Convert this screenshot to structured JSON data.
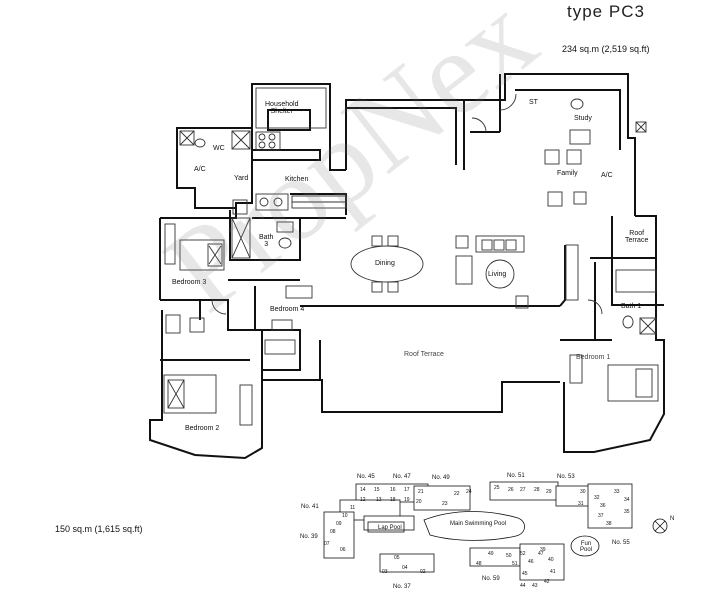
{
  "header": {
    "unit_type": "type PC3",
    "area_main": "234 sq.m (2,519 sq.ft)",
    "area_secondary": "150 sq.m (1,615 sq.ft)"
  },
  "rooms": {
    "household_shelter": "Household\nShelter",
    "wc": "WC",
    "ac_left": "A/C",
    "yard": "Yard",
    "kitchen": "Kitchen",
    "bath3": "Bath\n3",
    "bedroom3": "Bedroom 3",
    "dining": "Dining",
    "living": "Living",
    "bedroom4": "Bedroom 4",
    "roof_terrace_center": "Roof Terrace",
    "bedroom2": "Bedroom 2",
    "st": "ST",
    "study": "Study",
    "family": "Family",
    "ac_right": "A/C",
    "roof_terrace_right": "Roof\nTerrace",
    "bath1": "Bath 1",
    "bedroom1": "Bedroom 1"
  },
  "site_plan": {
    "block_labels": [
      "No. 45",
      "No. 47",
      "No. 49",
      "No. 51",
      "No. 53",
      "No. 41",
      "No. 39",
      "No. 37",
      "No. 59",
      "No. 55"
    ],
    "unit_numbers": [
      "14",
      "15",
      "16",
      "17",
      "21",
      "22",
      "23",
      "12",
      "11",
      "13",
      "19",
      "20",
      "18",
      "10",
      "09",
      "08",
      "07",
      "06",
      "05",
      "04",
      "03",
      "02",
      "25",
      "26",
      "28",
      "29",
      "27",
      "30",
      "31",
      "33",
      "34",
      "35",
      "36",
      "37",
      "38",
      "39",
      "40",
      "41",
      "42",
      "43",
      "44",
      "45",
      "46",
      "47",
      "48",
      "49",
      "50",
      "51",
      "52",
      "32",
      "24"
    ],
    "lap_pool": "Lap Pool",
    "main_pool": "Main Swimming Pool",
    "fun_pool": "Fun\nPool",
    "north_marker": "N"
  },
  "watermark": "PropNex"
}
